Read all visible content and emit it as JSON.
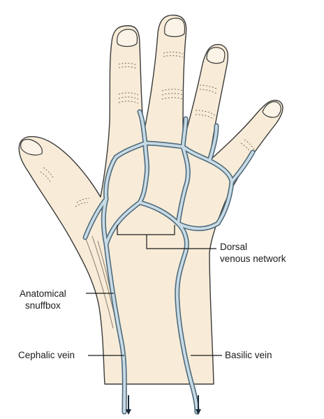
{
  "labels": {
    "dorsal_network": {
      "line1": "Dorsal",
      "line2": "venous network"
    },
    "snuffbox": {
      "line1": "Anatomical",
      "line2": "snuffbox"
    },
    "cephalic": "Cephalic vein",
    "basilic": "Basilic vein"
  },
  "colors": {
    "skin": "#f8ecd8",
    "outline": "#3a3a3a",
    "vein_fill": "#c9dbe5",
    "vein_edge": "#4e6b7d",
    "arrow": "#1a2b3a"
  }
}
